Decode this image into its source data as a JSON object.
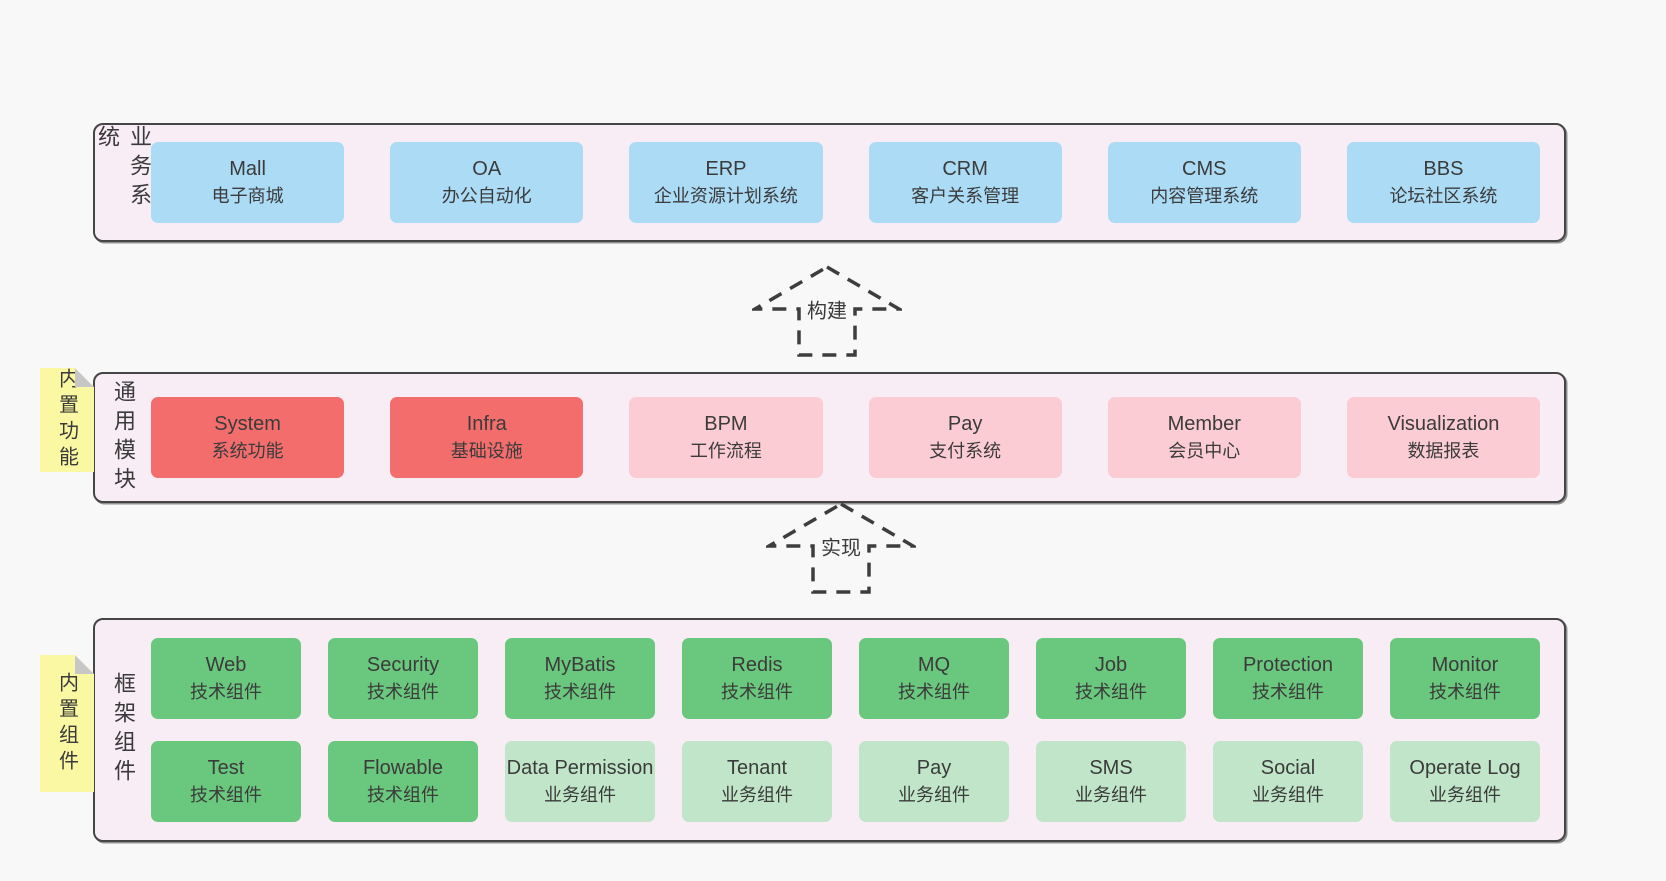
{
  "colors": {
    "page_bg": "#f8f8f8",
    "panel_bg": "#f8edf5",
    "panel_border": "#454545",
    "box_blue": "#abdbf5",
    "box_red": "#f36d6d",
    "box_pink": "#fbccd4",
    "box_green": "#6ac77e",
    "box_light_green": "#c0e5c8",
    "note_yellow": "#faf8a2"
  },
  "arrows": [
    {
      "label": "构建"
    },
    {
      "label": "实现"
    }
  ],
  "layers": {
    "business": {
      "label": "业务系统",
      "boxes": [
        {
          "name": "Mall",
          "desc": "电子商城"
        },
        {
          "name": "OA",
          "desc": "办公自动化"
        },
        {
          "name": "ERP",
          "desc": "企业资源计划系统"
        },
        {
          "name": "CRM",
          "desc": "客户关系管理"
        },
        {
          "name": "CMS",
          "desc": "内容管理系统"
        },
        {
          "name": "BBS",
          "desc": "论坛社区系统"
        }
      ]
    },
    "modules": {
      "label": "通用模块",
      "note": "内置功能",
      "boxes": [
        {
          "name": "System",
          "desc": "系统功能"
        },
        {
          "name": "Infra",
          "desc": "基础设施"
        },
        {
          "name": "BPM",
          "desc": "工作流程"
        },
        {
          "name": "Pay",
          "desc": "支付系统"
        },
        {
          "name": "Member",
          "desc": "会员中心"
        },
        {
          "name": "Visualization",
          "desc": "数据报表"
        }
      ]
    },
    "framework": {
      "label": "框架组件",
      "note": "内置组件",
      "rows": [
        [
          {
            "name": "Web",
            "desc": "技术组件"
          },
          {
            "name": "Security",
            "desc": "技术组件"
          },
          {
            "name": "MyBatis",
            "desc": "技术组件"
          },
          {
            "name": "Redis",
            "desc": "技术组件"
          },
          {
            "name": "MQ",
            "desc": "技术组件"
          },
          {
            "name": "Job",
            "desc": "技术组件"
          },
          {
            "name": "Protection",
            "desc": "技术组件"
          },
          {
            "name": "Monitor",
            "desc": "技术组件"
          }
        ],
        [
          {
            "name": "Test",
            "desc": "技术组件"
          },
          {
            "name": "Flowable",
            "desc": "技术组件"
          },
          {
            "name": "Data Permission",
            "desc": "业务组件"
          },
          {
            "name": "Tenant",
            "desc": "业务组件"
          },
          {
            "name": "Pay",
            "desc": "业务组件"
          },
          {
            "name": "SMS",
            "desc": "业务组件"
          },
          {
            "name": "Social",
            "desc": "业务组件"
          },
          {
            "name": "Operate Log",
            "desc": "业务组件"
          }
        ]
      ]
    }
  }
}
